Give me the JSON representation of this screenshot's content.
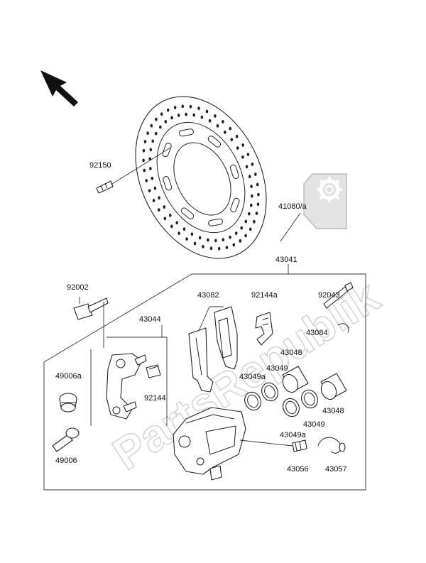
{
  "watermark": {
    "text": "PartsRepublik"
  },
  "callouts": [
    {
      "id": "92150",
      "text": "92150"
    },
    {
      "id": "41080a",
      "text": "41080/a"
    },
    {
      "id": "43041",
      "text": "43041"
    },
    {
      "id": "92002",
      "text": "92002"
    },
    {
      "id": "43082",
      "text": "43082"
    },
    {
      "id": "92144a",
      "text": "92144a"
    },
    {
      "id": "92043",
      "text": "92043"
    },
    {
      "id": "43044",
      "text": "43044"
    },
    {
      "id": "43084",
      "text": "43084"
    },
    {
      "id": "43048_top",
      "text": "43048"
    },
    {
      "id": "49006a",
      "text": "49006a"
    },
    {
      "id": "43049_top",
      "text": "43049"
    },
    {
      "id": "43049a_top",
      "text": "43049a"
    },
    {
      "id": "92144",
      "text": "92144"
    },
    {
      "id": "43048_bot",
      "text": "43048"
    },
    {
      "id": "43049_bot",
      "text": "43049"
    },
    {
      "id": "43049a_bot",
      "text": "43049a"
    },
    {
      "id": "49006",
      "text": "49006"
    },
    {
      "id": "43056",
      "text": "43056"
    },
    {
      "id": "43057",
      "text": "43057"
    }
  ],
  "icons": {
    "direction": "front-direction-arrow-icon",
    "settings": "gear-icon"
  }
}
